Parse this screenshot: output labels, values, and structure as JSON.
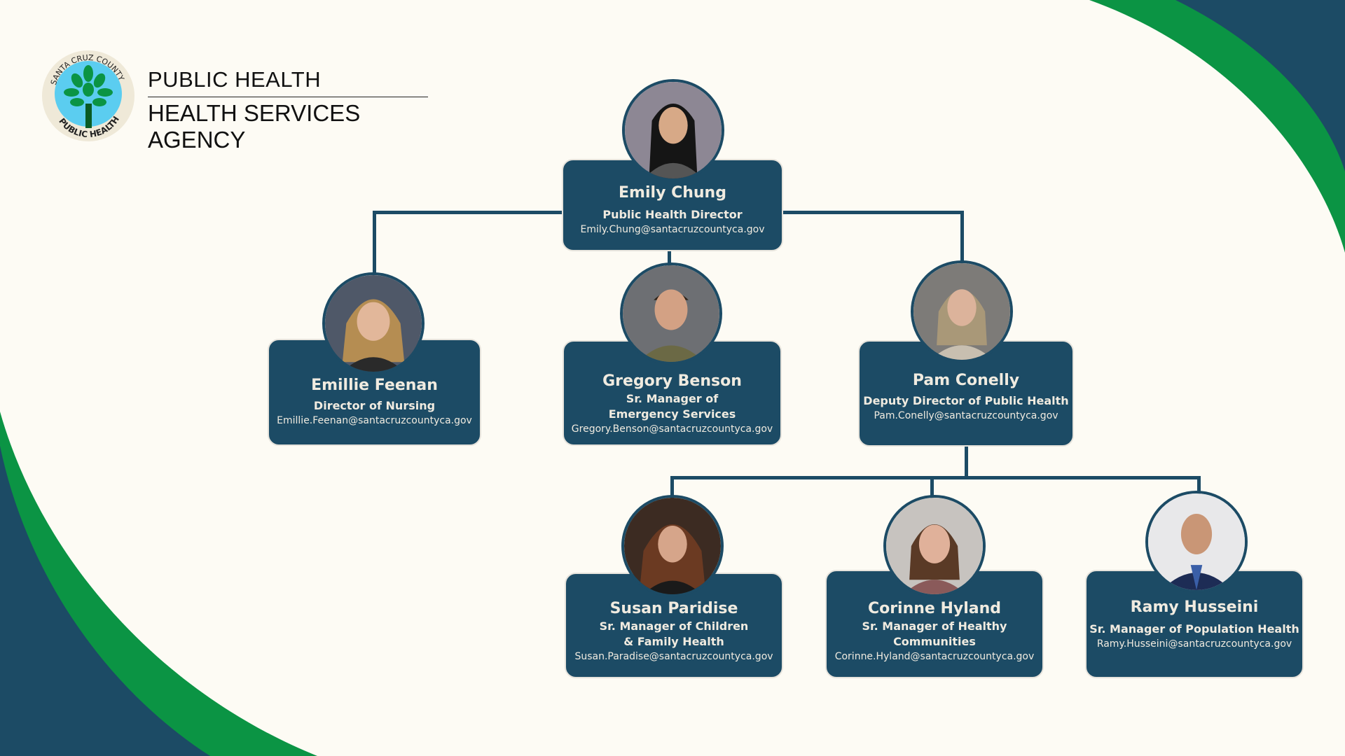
{
  "header": {
    "title": "PUBLIC HEALTH",
    "subtitle": "HEALTH SERVICES AGENCY",
    "logo_text": "SANTA CRUZ COUNTY PUBLIC HEALTH"
  },
  "colors": {
    "navy": "#1c4b65",
    "green": "#0b9444",
    "cream": "#fdfbf4",
    "text": "#f0ebe0"
  },
  "people": [
    {
      "name": "Emily Chung",
      "title": "Public Health Director",
      "email": "Emily.Chung@santacruzcountyca.gov"
    },
    {
      "name": "Emillie Feenan",
      "title": "Director of Nursing",
      "email": "Emillie.Feenan@santacruzcountyca.gov"
    },
    {
      "name": "Gregory Benson",
      "title": "Sr. Manager of Emergency Services",
      "email": "Gregory.Benson@santacruzcountyca.gov"
    },
    {
      "name": "Pam Conelly",
      "title": "Deputy Director of Public Health",
      "email": "Pam.Conelly@santacruzcountyca.gov"
    },
    {
      "name": "Susan Paridise",
      "title": "Sr. Manager of Children & Family Health",
      "email": "Susan.Paradise@santacruzcountyca.gov"
    },
    {
      "name": "Corinne Hyland",
      "title": "Sr. Manager of Healthy Communities",
      "email": "Corinne.Hyland@santacruzcountyca.gov"
    },
    {
      "name": "Ramy Husseini",
      "title": "Sr. Manager of Population Health",
      "email": "Ramy.Husseini@santacruzcountyca.gov"
    }
  ]
}
